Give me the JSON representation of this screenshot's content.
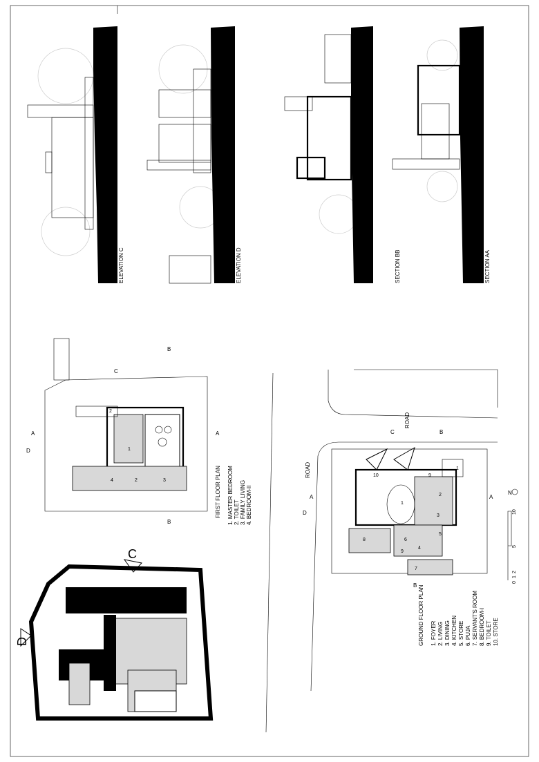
{
  "elevations": [
    {
      "label": "ELEVATION C"
    },
    {
      "label": "ELEVATION D"
    },
    {
      "label": "SECTION BB"
    },
    {
      "label": "SECTION AA"
    }
  ],
  "first_floor_plan": {
    "title": "FIRST FLOOR PLAN",
    "legend": [
      "1.  MASTER BEDROOM",
      "2.  TOILET",
      "3.  FAMILY LIVING",
      "4.  BEDROOM-II"
    ],
    "room_numbers": [
      "1",
      "2",
      "3",
      "4",
      "2"
    ],
    "markers": {
      "a": "A",
      "b": "B",
      "c": "C",
      "d": "D"
    }
  },
  "ground_floor_plan": {
    "title": "GROUND FLOOR PLAN",
    "legend": [
      "1.  FOYER",
      "2.  LIVING",
      "3.  DINING",
      "4.  KITCHEN",
      "5.  STORE",
      "6.  PUJA",
      "7.  SERVANT'S ROOM",
      "8.  BEDROOM-I",
      "9.  TOILET",
      "10. STORE"
    ],
    "room_numbers": [
      "1",
      "2",
      "3",
      "4",
      "5",
      "6",
      "7",
      "8",
      "9",
      "9",
      "10",
      "1"
    ],
    "road_labels": [
      "ROAD",
      "ROAD"
    ],
    "markers": {
      "a": "A",
      "b": "B",
      "c": "C",
      "d": "D"
    },
    "north": "N",
    "scale": [
      "0",
      "1",
      "2",
      "5",
      "10"
    ]
  },
  "axonometric": {
    "view_c": "C",
    "view_d": "D"
  }
}
